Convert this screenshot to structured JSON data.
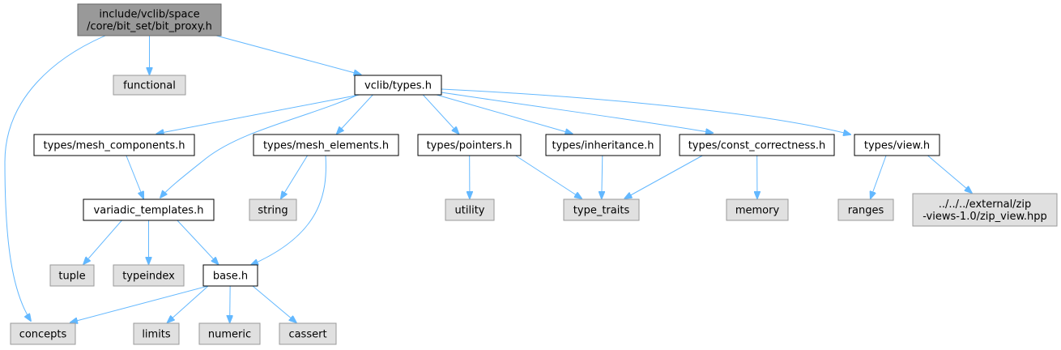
{
  "colors": {
    "edge": "#63b8ff",
    "root_fill": "#999999",
    "node_fill": "#ffffff",
    "system_fill": "#e0e0e0",
    "system_stroke": "#999999",
    "border": "#000000"
  },
  "nodes": {
    "root": {
      "lines": [
        "include/vclib/space",
        "/core/bit_set/bit_proxy.h"
      ],
      "kind": "root"
    },
    "functional": {
      "lines": [
        "functional"
      ],
      "kind": "system"
    },
    "types_h": {
      "lines": [
        "vclib/types.h"
      ],
      "kind": "header"
    },
    "mesh_components": {
      "lines": [
        "types/mesh_components.h"
      ],
      "kind": "header"
    },
    "mesh_elements": {
      "lines": [
        "types/mesh_elements.h"
      ],
      "kind": "header"
    },
    "pointers": {
      "lines": [
        "types/pointers.h"
      ],
      "kind": "header"
    },
    "inheritance": {
      "lines": [
        "types/inheritance.h"
      ],
      "kind": "header"
    },
    "const_correctness": {
      "lines": [
        "types/const_correctness.h"
      ],
      "kind": "header"
    },
    "view": {
      "lines": [
        "types/view.h"
      ],
      "kind": "header"
    },
    "variadic_templates": {
      "lines": [
        "variadic_templates.h"
      ],
      "kind": "header"
    },
    "string": {
      "lines": [
        "string"
      ],
      "kind": "system"
    },
    "utility": {
      "lines": [
        "utility"
      ],
      "kind": "system"
    },
    "type_traits": {
      "lines": [
        "type_traits"
      ],
      "kind": "system"
    },
    "memory": {
      "lines": [
        "memory"
      ],
      "kind": "system"
    },
    "ranges": {
      "lines": [
        "ranges"
      ],
      "kind": "system"
    },
    "zip_view": {
      "lines": [
        "../../../external/zip",
        "-views-1.0/zip_view.hpp"
      ],
      "kind": "system"
    },
    "tuple": {
      "lines": [
        "tuple"
      ],
      "kind": "system"
    },
    "typeindex": {
      "lines": [
        "typeindex"
      ],
      "kind": "system"
    },
    "base": {
      "lines": [
        "base.h"
      ],
      "kind": "header"
    },
    "concepts": {
      "lines": [
        "concepts"
      ],
      "kind": "system"
    },
    "limits": {
      "lines": [
        "limits"
      ],
      "kind": "system"
    },
    "numeric": {
      "lines": [
        "numeric"
      ],
      "kind": "system"
    },
    "cassert": {
      "lines": [
        "cassert"
      ],
      "kind": "system"
    }
  },
  "edges": [
    [
      "root",
      "functional"
    ],
    [
      "root",
      "types_h"
    ],
    [
      "root",
      "concepts"
    ],
    [
      "types_h",
      "mesh_components"
    ],
    [
      "types_h",
      "variadic_templates"
    ],
    [
      "types_h",
      "mesh_elements"
    ],
    [
      "types_h",
      "pointers"
    ],
    [
      "types_h",
      "inheritance"
    ],
    [
      "types_h",
      "const_correctness"
    ],
    [
      "types_h",
      "view"
    ],
    [
      "mesh_components",
      "variadic_templates"
    ],
    [
      "mesh_elements",
      "string"
    ],
    [
      "mesh_elements",
      "base"
    ],
    [
      "pointers",
      "utility"
    ],
    [
      "pointers",
      "type_traits"
    ],
    [
      "inheritance",
      "type_traits"
    ],
    [
      "const_correctness",
      "type_traits"
    ],
    [
      "const_correctness",
      "memory"
    ],
    [
      "view",
      "ranges"
    ],
    [
      "view",
      "zip_view"
    ],
    [
      "variadic_templates",
      "tuple"
    ],
    [
      "variadic_templates",
      "typeindex"
    ],
    [
      "variadic_templates",
      "base"
    ],
    [
      "base",
      "concepts"
    ],
    [
      "base",
      "limits"
    ],
    [
      "base",
      "numeric"
    ],
    [
      "base",
      "cassert"
    ]
  ]
}
